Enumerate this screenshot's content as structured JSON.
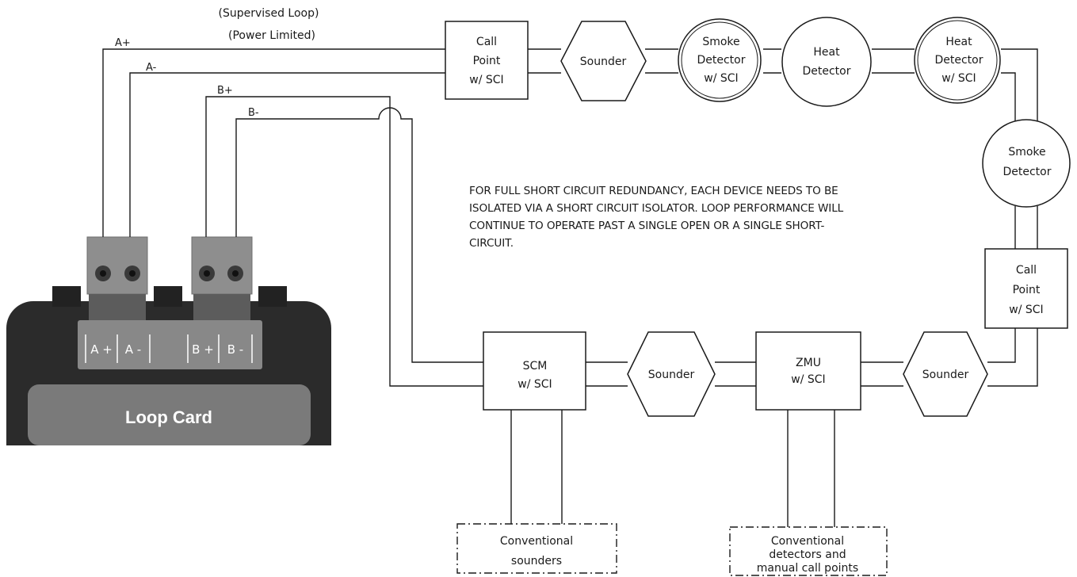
{
  "loop_labels": {
    "supervised": "(Supervised Loop)",
    "power_limited": "(Power Limited)"
  },
  "wire_labels": {
    "a_plus": "A+",
    "a_minus": "A-",
    "b_plus": "B+",
    "b_minus": "B-"
  },
  "devices": {
    "call_point_top": [
      "Call",
      "Point",
      "w/ SCI"
    ],
    "sounder_top": "Sounder",
    "smoke_detector_sci": [
      "Smoke",
      "Detector",
      "w/ SCI"
    ],
    "heat_detector": [
      "Heat",
      "Detector"
    ],
    "heat_detector_sci": [
      "Heat",
      "Detector",
      "w/ SCI"
    ],
    "smoke_detector_right": [
      "Smoke",
      "Detector"
    ],
    "call_point_right": [
      "Call",
      "Point",
      "w/ SCI"
    ],
    "sounder_bottom_right": "Sounder",
    "zmu": [
      "ZMU",
      "w/ SCI"
    ],
    "sounder_bottom_mid": "Sounder",
    "scm": [
      "SCM",
      "w/ SCI"
    ],
    "conventional_sounders": [
      "Conventional",
      "sounders"
    ],
    "conventional_detectors": [
      "Conventional",
      "detectors and",
      "manual call points"
    ]
  },
  "loop_card": {
    "title": "Loop Card",
    "terminals": [
      "A +",
      "A -",
      "B +",
      "B -"
    ]
  },
  "note_lines": [
    "FOR FULL SHORT CIRCUIT REDUNDANCY, EACH DEVICE NEEDS TO BE",
    "ISOLATED VIA A SHORT CIRCUIT ISOLATOR. LOOP PERFORMANCE WILL",
    "CONTINUE TO OPERATE PAST A SINGLE OPEN OR A SINGLE SHORT-",
    "CIRCUIT."
  ],
  "colors": {
    "line": "#1a1a1a",
    "card_body": "#2b2b2b",
    "card_panel": "#7a7a7a",
    "terminal": "#8e8e8e"
  }
}
